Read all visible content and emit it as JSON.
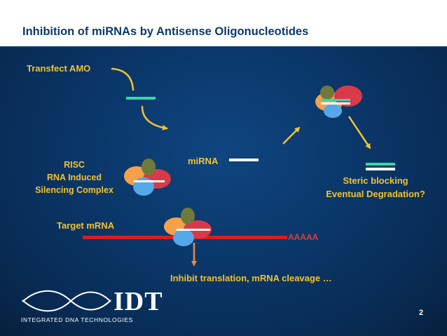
{
  "slide": {
    "title": "Inhibition of miRNAs by Antisense Oligonucleotides",
    "page_number": "2"
  },
  "labels": {
    "transfect": "Transfect  AMO",
    "risc_line1": "RISC",
    "risc_line2": "RNA Induced",
    "risc_line3": "Silencing Complex",
    "mirna": "miRNA",
    "steric_line1": "Steric blocking",
    "steric_line2": "Eventual Degradation?",
    "target_mrna": "Target mRNA",
    "polya": "AAAAA",
    "inhibit": "Inhibit translation, mRNA cleavage …"
  },
  "logo": {
    "mark": "IDT",
    "subtitle": "INTEGRATED DNA TECHNOLOGIES"
  },
  "colors": {
    "background": "#0a3668",
    "title_text": "#0b3a6f",
    "label_yellow": "#f2c230",
    "arrow_yellow": "#f2c230",
    "mrna_red": "#e01b1b",
    "amo_teal": "#35d8a8",
    "orange_arrow": "#f08a3c",
    "risc_orange": "#f5a04a",
    "risc_red": "#d83a4a",
    "risc_blue": "#55a8e8",
    "risc_olive": "#6f7a3a"
  }
}
